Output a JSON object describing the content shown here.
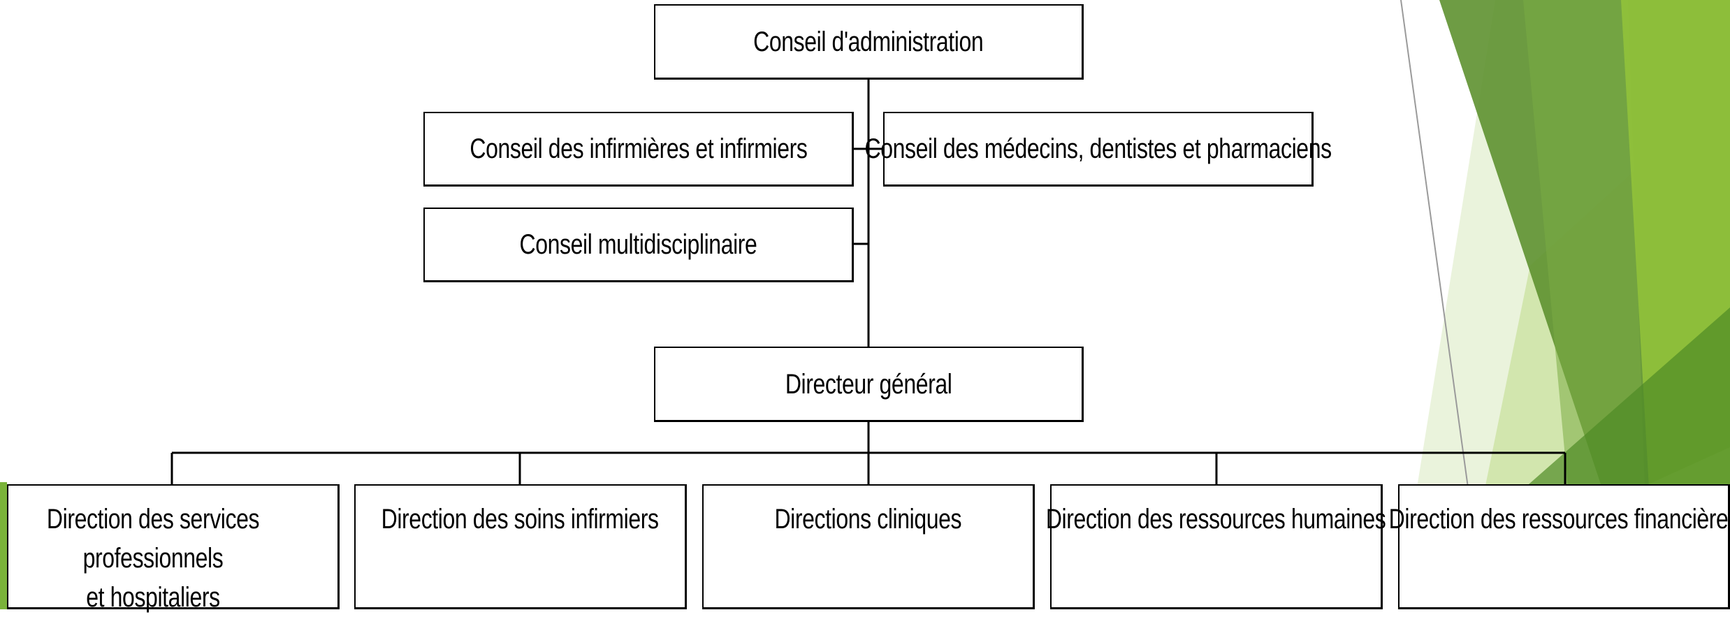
{
  "diagram": {
    "type": "org-chart",
    "nodes": {
      "conseil_administration": "Conseil d'administration",
      "conseil_infirmieres": "Conseil des infirmières et infirmiers",
      "conseil_medecins": "Conseil des médecins, dentistes et pharmaciens",
      "conseil_multidisciplinaire": "Conseil multidisciplinaire",
      "directeur_general": "Directeur général",
      "direction_services_line1": "Direction des services professionnels",
      "direction_services_line2": "et hospitaliers",
      "direction_soins": "Direction des soins infirmiers",
      "directions_cliniques": "Directions cliniques",
      "direction_rh": "Direction des ressources humaines",
      "direction_rf": "Direction des ressources financières"
    },
    "edges": [
      [
        "conseil_administration",
        "conseil_infirmieres"
      ],
      [
        "conseil_administration",
        "conseil_medecins"
      ],
      [
        "conseil_administration",
        "conseil_multidisciplinaire"
      ],
      [
        "conseil_administration",
        "directeur_general"
      ],
      [
        "directeur_general",
        "direction_services"
      ],
      [
        "directeur_general",
        "direction_soins"
      ],
      [
        "directeur_general",
        "directions_cliniques"
      ],
      [
        "directeur_general",
        "direction_rh"
      ],
      [
        "directeur_general",
        "direction_rf"
      ]
    ]
  },
  "theme": {
    "accent_dark": "#5b8f2e",
    "accent_mid": "#6e9e3e",
    "accent_light": "#c7df9e",
    "accent_pale": "#e3efd0",
    "accent_bright": "#93c43a"
  }
}
